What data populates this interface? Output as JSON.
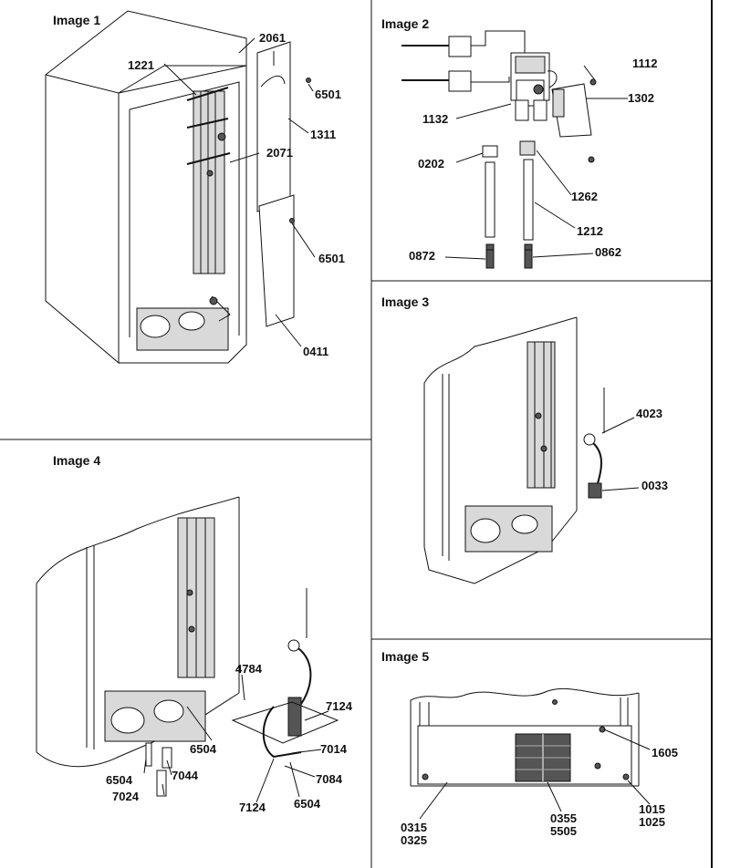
{
  "panels": {
    "image1": {
      "title": "Image 1",
      "labels": [
        "2061",
        "1221",
        "6501",
        "1311",
        "2071",
        "6501",
        "0411"
      ]
    },
    "image2": {
      "title": "Image 2",
      "labels": [
        "1112",
        "1302",
        "1132",
        "0202",
        "1262",
        "1212",
        "0872",
        "0862"
      ]
    },
    "image3": {
      "title": "Image 3",
      "labels": [
        "4023",
        "0033"
      ]
    },
    "image4": {
      "title": "Image 4",
      "labels": [
        "4784",
        "7124",
        "6504",
        "7014",
        "6504",
        "7044",
        "7084",
        "7024",
        "7124",
        "6504"
      ]
    },
    "image5": {
      "title": "Image 5",
      "labels": [
        "1605",
        "0315",
        "0325",
        "0355",
        "5505",
        "1015",
        "1025"
      ]
    }
  }
}
